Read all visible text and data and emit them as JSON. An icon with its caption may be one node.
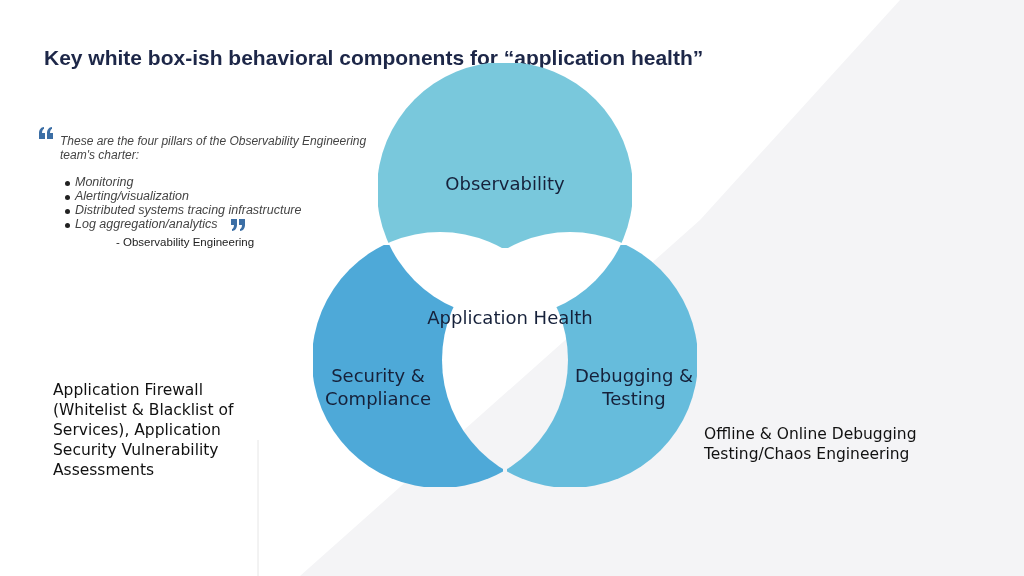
{
  "diagram": {
    "title": "Key white box-ish behavioral components for “application health”",
    "nodes": [
      {
        "text": [
          "Observability"
        ]
      },
      {
        "text": [
          "Security & Compliance"
        ]
      },
      {
        "text": [
          "Debugging & Testing"
        ],
        "beside": [
          "Offline & Online Debugging Testing/Chaos Engineering"
        ]
      }
    ],
    "edges": [],
    "labels": [
      "These are the four pillars of the Observability Engineering team's charter:",
      "Monitoring",
      "Alerting/visualization",
      "Distributed systems tracing infrastructure",
      "Log aggregation/analytics",
      "- Observability Engineering",
      "Application Health",
      "Application Firewall (Whitelist & Blacklist of Services), Application Security Vulnerability Assessments"
    ]
  }
}
